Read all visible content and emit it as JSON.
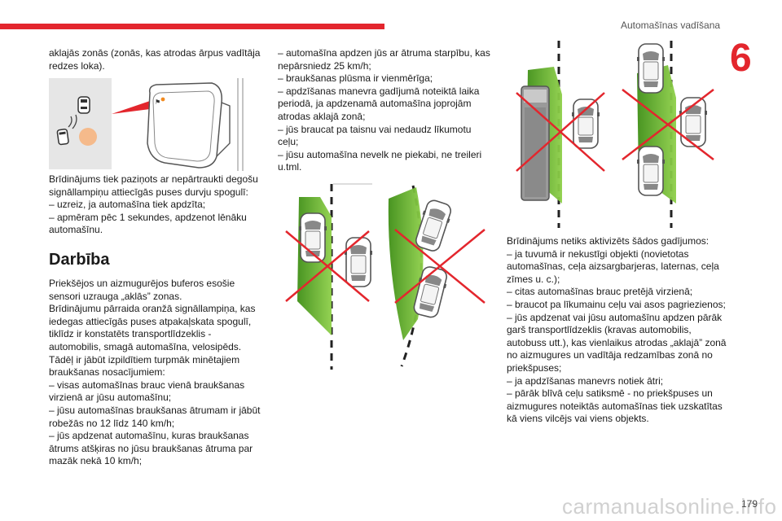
{
  "header": {
    "section_title": "Automašīnas vadīšana",
    "chapter_number": "6",
    "accent_color": "#e3262d"
  },
  "col1": {
    "intro": "aklajās zonās (zonās, kas atrodas ārpus vadītāja redzes loka).",
    "warning_p": "Brīdinājums tiek paziņots ar nepārtraukti degošu signāllampiņu attiecīgās puses durvju spogulī:",
    "warning_items": [
      "– uzreiz, ja automašīna tiek apdzīta;",
      "– apmēram pēc 1 sekundes, apdzenot lēnāku automašīnu."
    ],
    "heading": "Darbība",
    "op_p1": "Priekšējos un aizmugurējos buferos esošie sensori uzrauga „aklās” zonas.",
    "op_p2": "Brīdinājumu pārraida oranžā signāllampiņa, kas iedegas attiecīgās puses atpakaļskata spogulī, tiklīdz ir konstatēts transportlīdzeklis - automobilis, smagā automašīna, velosipēds.",
    "op_p3": "Tādēļ ir jābūt izpildītiem turpmāk minētajiem braukšanas nosacījumiem:",
    "cond_items": [
      "– visas automašīnas brauc vienā braukšanas virzienā ar jūsu automašīnu;",
      "– jūsu automašīnas braukšanas ātrumam ir jābūt robežās no 12 līdz 140 km/h;",
      "– jūs apdzenat automašīnu, kuras braukšanas ātrums atšķiras no jūsu braukšanas ātruma par mazāk nekā 10 km/h;"
    ]
  },
  "col2": {
    "items": [
      "– automašīna apdzen jūs ar ātruma starpību, kas nepārsniedz 25 km/h;",
      "– braukšanas plūsma ir vienmērīga;",
      "– apdzīšanas manevra gadījumā noteiktā laika periodā, ja apdzenamā automašīna joprojām atrodas aklajā zonā;",
      "– jūs braucat pa taisnu vai nedaudz līkumotu ceļu;",
      "– jūsu automašīna nevelk ne piekabi, ne treileri u.tml."
    ]
  },
  "col3": {
    "intro": "Brīdinājums netiks aktivizēts šādos gadījumos:",
    "items": [
      "– ja tuvumā ir nekustīgi objekti (novietotas automašīnas, ceļa aizsargbarjeras, laternas, ceļa zīmes u. c.);",
      "– citas automašīnas brauc pretējā virzienā;",
      "– braucot pa līkumainu ceļu vai asos pagriezienos;",
      "– jūs apdzenat vai jūsu automašīnu apdzen pārāk garš transportlīdzeklis (kravas automobilis, autobuss utt.), kas vienlaikus atrodas „aklajā” zonā no aizmugures un vadītāja redzamības zonā no priekšpuses;",
      "– ja apdzīšanas manevrs notiek ātri;",
      "– pārāk blīvā ceļu satiksmē - no priekšpuses un aizmugures noteiktās automašīnas tiek uzskatītas kā viens vilcējs vai viens objekts."
    ]
  },
  "footer": {
    "page_number": "179",
    "watermark": "carmanualsonline.info"
  }
}
